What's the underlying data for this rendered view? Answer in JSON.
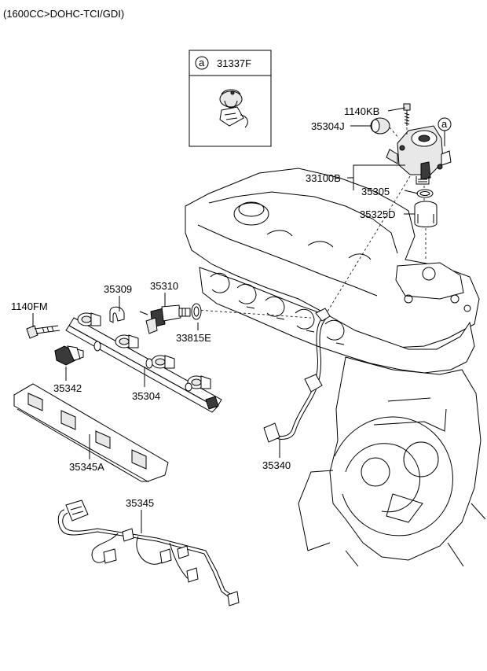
{
  "header": {
    "variant": "(1600CC>DOHC-TCI/GDI)"
  },
  "inset": {
    "marker": "a",
    "part": "31337F"
  },
  "callout_marker": "a",
  "labels": {
    "p1140KB": "1140KB",
    "p35304J": "35304J",
    "p33100B": "33100B",
    "p35305": "35305",
    "p35325D": "35325D",
    "p35309": "35309",
    "p35310": "35310",
    "p1140FM": "1140FM",
    "p33815E": "33815E",
    "p35342": "35342",
    "p35304": "35304",
    "p35345A": "35345A",
    "p35340": "35340",
    "p35345": "35345"
  }
}
